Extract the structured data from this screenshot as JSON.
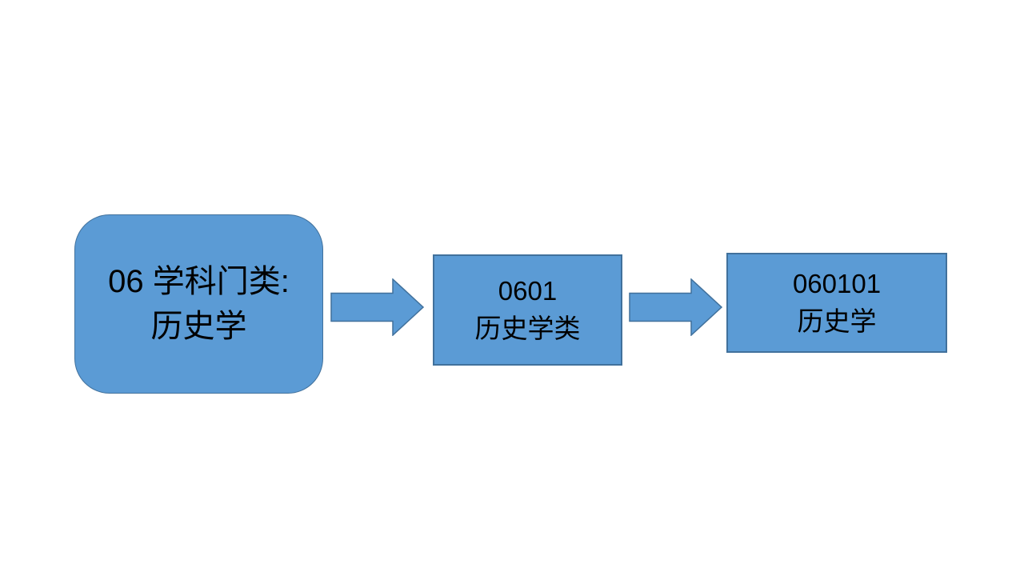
{
  "slide": {
    "background_color": "#ffffff",
    "shape_fill_color": "#5b9bd5",
    "shape_border_color": "#41719c",
    "text_color": "#000000",
    "nodes": [
      {
        "shape": "rounded-rectangle",
        "line1": "06 学科门类:",
        "line2": "历史学"
      },
      {
        "shape": "rectangle",
        "line1": "0601",
        "line2": "历史学类"
      },
      {
        "shape": "rectangle",
        "line1": "060101",
        "line2": "历史学"
      }
    ],
    "connectors": [
      {
        "type": "block-arrow-right"
      },
      {
        "type": "block-arrow-right"
      }
    ]
  }
}
